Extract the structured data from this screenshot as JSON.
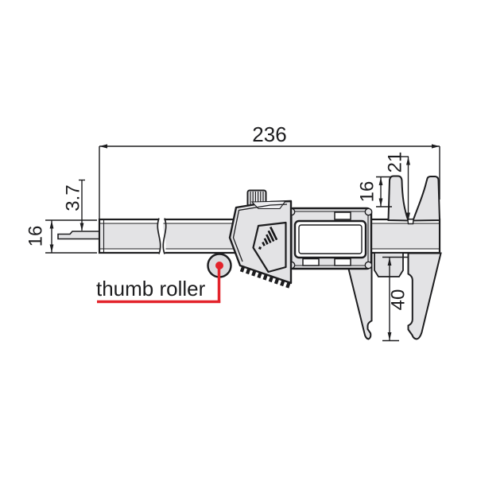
{
  "diagram": {
    "kind": "technical-drawing-caliper",
    "dimensions": {
      "overall_length": "236",
      "upper_jaw_length": "21",
      "upper_jaw_tip": "16",
      "depth_rod_thickness": "3.7",
      "beam_height": "16",
      "lower_jaw_depth": "40"
    },
    "callout": {
      "label": "thumb roller"
    },
    "colors": {
      "line": "#1d1d1f",
      "part_fill": "#e3e3e5",
      "accent_red": "#e3232b",
      "background": "#ffffff"
    }
  }
}
